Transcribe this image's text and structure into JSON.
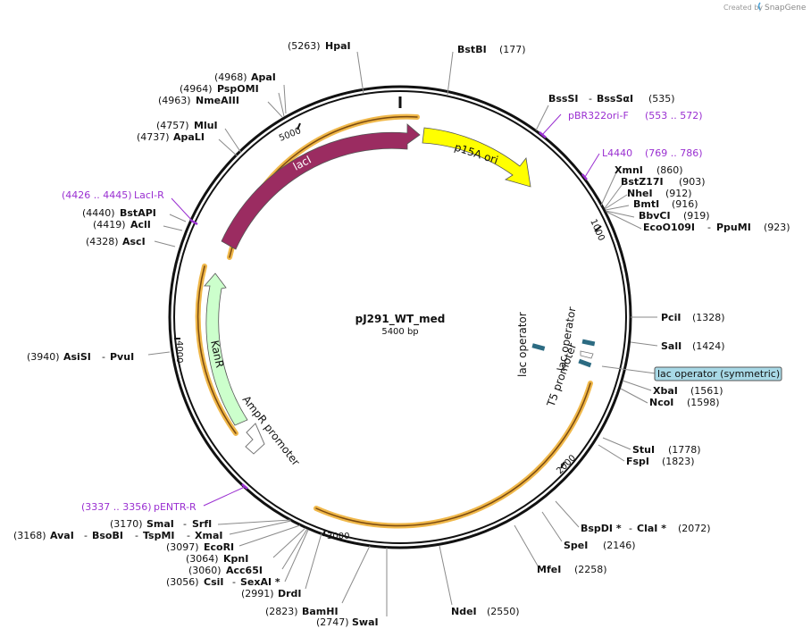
{
  "credit": {
    "text": "Created by",
    "brand": "SnapGene"
  },
  "plasmid": {
    "name": "pJ291_WT_med",
    "length": "5400 bp"
  },
  "ticks": [
    "1000",
    "2000",
    "3000",
    "4000",
    "5000"
  ],
  "features": {
    "laci": "lacI",
    "p15a": "p15A ori",
    "kanr": "KanR",
    "ampr_promoter": "AmpR promoter",
    "lac_op_1": "lac operator",
    "lac_op_2": "lac operator",
    "t5": "T5 promoter",
    "lac_sym": "lac operator (symmetric)"
  },
  "sites": {
    "hpai": {
      "pos": "(5263)",
      "name": "HpaI"
    },
    "bstbi": {
      "pos": "(177)",
      "name": "BstBI"
    },
    "apai": {
      "pos": "(4968)",
      "name": "ApaI"
    },
    "pspomi": {
      "pos": "(4964)",
      "name": "PspOMI"
    },
    "nmeaiii": {
      "pos": "(4963)",
      "name": "NmeAIII"
    },
    "mlui": {
      "pos": "(4757)",
      "name": "MluI"
    },
    "apali": {
      "pos": "(4737)",
      "name": "ApaLI"
    },
    "bstapi": {
      "pos": "(4440)",
      "name": "BstAPI"
    },
    "acli": {
      "pos": "(4419)",
      "name": "AclI"
    },
    "asci": {
      "pos": "(4328)",
      "name": "AscI"
    },
    "asisi": {
      "pos": "(3940)",
      "name": "AsiSI",
      "alt": "PvuI"
    },
    "bsssi": {
      "name": "BssSI",
      "alt": "BssSαI",
      "pos": "(535)"
    },
    "xmni": {
      "name": "XmnI",
      "pos": "(860)"
    },
    "bstz17i": {
      "name": "BstZ17I",
      "pos": "(903)"
    },
    "nhei": {
      "name": "NheI",
      "pos": "(912)"
    },
    "bmti": {
      "name": "BmtI",
      "pos": "(916)"
    },
    "bbvci": {
      "name": "BbvCI",
      "pos": "(919)"
    },
    "eco0109i": {
      "name": "EcoO109I",
      "alt": "PpuMI",
      "pos": "(923)"
    },
    "pcii": {
      "name": "PciI",
      "pos": "(1328)"
    },
    "sali": {
      "name": "SalI",
      "pos": "(1424)"
    },
    "xbai": {
      "name": "XbaI",
      "pos": "(1561)"
    },
    "ncoi": {
      "name": "NcoI",
      "pos": "(1598)"
    },
    "stui": {
      "name": "StuI",
      "pos": "(1778)"
    },
    "fspi": {
      "name": "FspI",
      "pos": "(1823)"
    },
    "bspdi": {
      "name": "BspDI *",
      "alt": "ClaI *",
      "pos": "(2072)"
    },
    "spei": {
      "name": "SpeI",
      "pos": "(2146)"
    },
    "mfei": {
      "name": "MfeI",
      "pos": "(2258)"
    },
    "ndei": {
      "name": "NdeI",
      "pos": "(2550)"
    },
    "swai": {
      "name": "SwaI",
      "pos": "(2747)"
    },
    "bamhi": {
      "name": "BamHI",
      "pos": "(2823)"
    },
    "drdi": {
      "name": "DrdI",
      "pos": "(2991)"
    },
    "csii": {
      "pos": "(3056)",
      "name": "CsiI",
      "alt": "SexAI *"
    },
    "acc65i": {
      "pos": "(3060)",
      "name": "Acc65I"
    },
    "kpni": {
      "pos": "(3064)",
      "name": "KpnI"
    },
    "ecori": {
      "pos": "(3097)",
      "name": "EcoRI"
    },
    "avai": {
      "pos": "(3168)",
      "name": "AvaI",
      "alt1": "BsoBI",
      "alt2": "TspMI",
      "alt3": "XmaI"
    },
    "smai": {
      "pos": "(3170)",
      "name": "SmaI",
      "alt": "SrfI"
    }
  },
  "primers": {
    "pbr": {
      "name": "pBR322ori-F",
      "range": "(553 .. 572)"
    },
    "l4440": {
      "name": "L4440",
      "range": "(769 .. 786)"
    },
    "laci_r": {
      "range": "(4426 .. 4445)",
      "name": "LacI-R"
    },
    "pentr_r": {
      "range": "(3337 .. 3356)",
      "name": "pENTR-R"
    }
  },
  "colors": {
    "backbone": "#111111",
    "laci": "#9b2c61",
    "p15a": "#ffff00",
    "kanr": "#ccffcc",
    "orange_track": "#f0b84a",
    "lac_op": "#2c6b82",
    "primer": "#9a2fd1",
    "highlight": "#a8d9e6"
  },
  "icons": [
    "snapgene-logo-icon"
  ]
}
